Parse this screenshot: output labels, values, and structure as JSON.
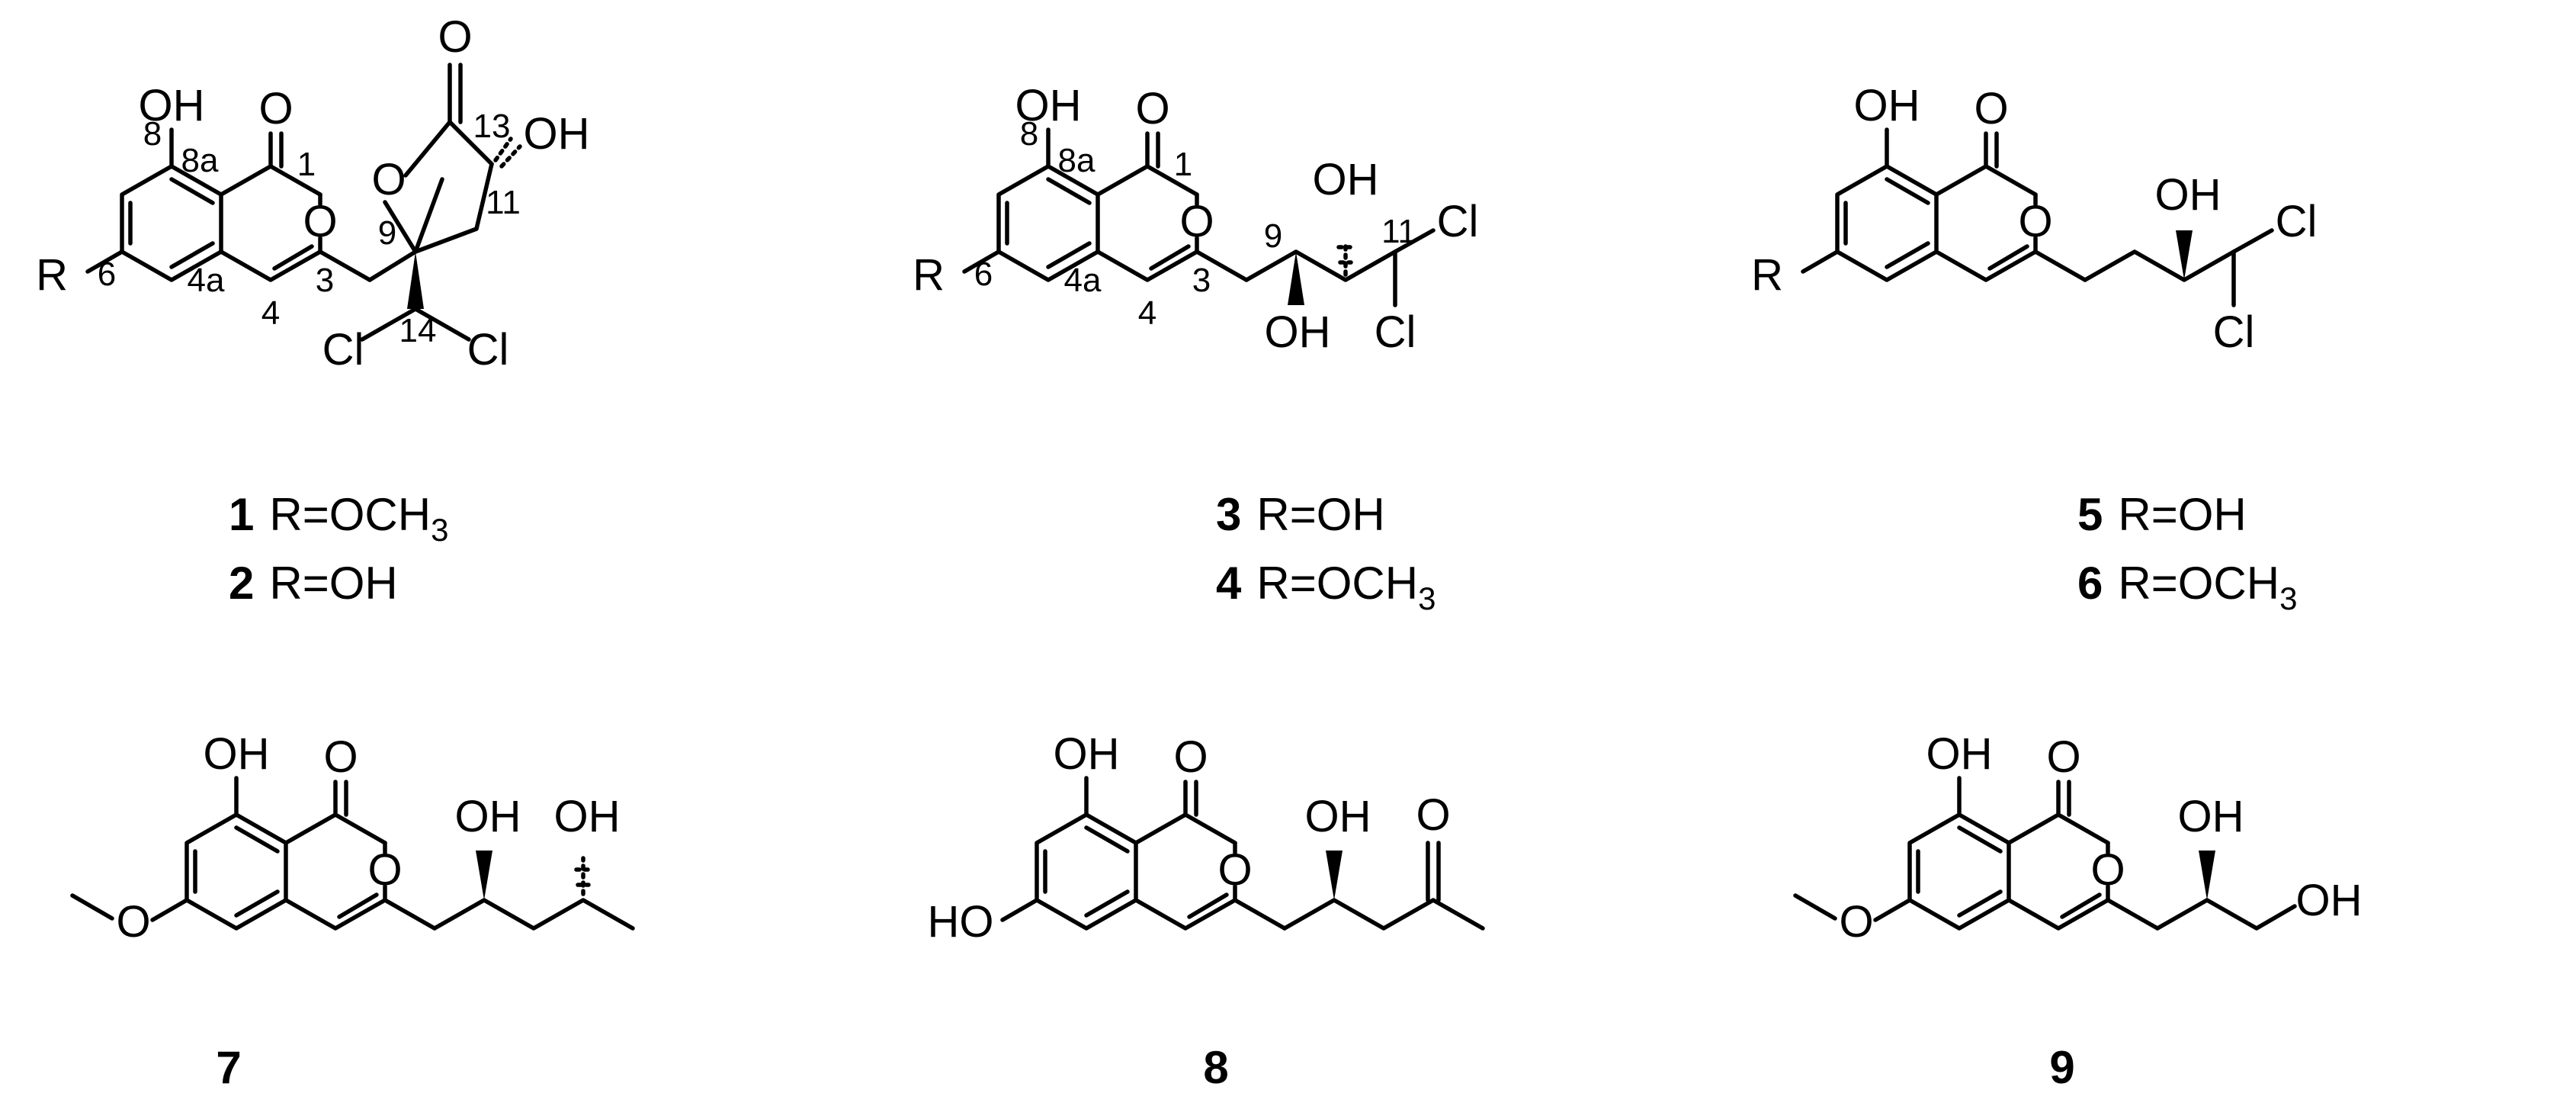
{
  "atoms": {
    "oh": "OH",
    "o": "O",
    "r": "R",
    "cl": "Cl",
    "ho": "HO"
  },
  "numbering": {
    "n1": "1",
    "n3": "3",
    "n4": "4",
    "n4a": "4a",
    "n6": "6",
    "n8": "8",
    "n8a": "8a",
    "n9": "9",
    "n11": "11",
    "n13": "13",
    "n14": "14"
  },
  "compounds": [
    {
      "id": "1",
      "r_text": "R=OCH",
      "sub": "3"
    },
    {
      "id": "2",
      "r_text": "R=OH",
      "sub": ""
    },
    {
      "id": "3",
      "r_text": "R=OH",
      "sub": ""
    },
    {
      "id": "4",
      "r_text": "R=OCH",
      "sub": "3"
    },
    {
      "id": "5",
      "r_text": "R=OH",
      "sub": ""
    },
    {
      "id": "6",
      "r_text": "R=OCH",
      "sub": "3"
    },
    {
      "id": "7",
      "r_text": "",
      "sub": ""
    },
    {
      "id": "8",
      "r_text": "",
      "sub": ""
    },
    {
      "id": "9",
      "r_text": "",
      "sub": ""
    }
  ]
}
